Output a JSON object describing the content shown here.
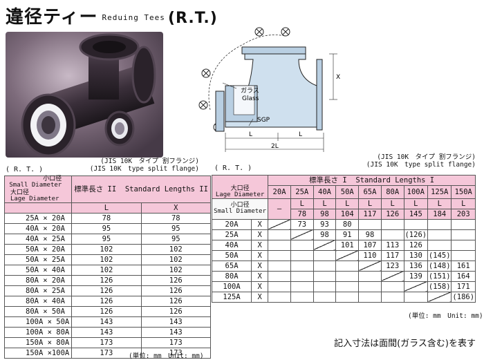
{
  "title": {
    "jp": "違径ティー",
    "en": "Reduing Tees",
    "code": "(R.T.)"
  },
  "diagram": {
    "labels": {
      "glass_jp": "ガラス",
      "glass_en": "Glass",
      "sgp": "SGP",
      "x": "X",
      "l": "L",
      "l2": "L",
      "two_l": "2L"
    }
  },
  "left_table": {
    "note_jp": "(JIS 10K　タイプ 割フランジ)",
    "note_en": "(JIS 10K　type split flange)",
    "label": "( R. T. )",
    "header": {
      "small_jp": "小口径",
      "small_en": "Small Diameter",
      "large_jp": "大口径",
      "large_en": "Lage Diameter",
      "std_jp": "標準長さ II",
      "std_en": "Standard Lengths II",
      "col_l": "L",
      "col_x": "X"
    },
    "rows": [
      {
        "size": "25A × 20A",
        "l": "78",
        "x": "78"
      },
      {
        "size": "40A × 20A",
        "l": "95",
        "x": "95"
      },
      {
        "size": "40A × 25A",
        "l": "95",
        "x": "95"
      },
      {
        "size": "50A × 20A",
        "l": "102",
        "x": "102"
      },
      {
        "size": "50A × 25A",
        "l": "102",
        "x": "102"
      },
      {
        "size": "50A × 40A",
        "l": "102",
        "x": "102"
      },
      {
        "size": "80A × 20A",
        "l": "126",
        "x": "126"
      },
      {
        "size": "80A × 25A",
        "l": "126",
        "x": "126"
      },
      {
        "size": "80A × 40A",
        "l": "126",
        "x": "126"
      },
      {
        "size": "80A × 50A",
        "l": "126",
        "x": "126"
      },
      {
        "size": "100A × 50A",
        "l": "143",
        "x": "143"
      },
      {
        "size": "100A × 80A",
        "l": "143",
        "x": "143"
      },
      {
        "size": "150A × 80A",
        "l": "173",
        "x": "173"
      },
      {
        "size": "150A ×100A",
        "l": "173",
        "x": "173"
      }
    ],
    "unit": "(単位: mm　Unit: mm)"
  },
  "right_table": {
    "note_jp": "(JIS 10K　タイプ 割フランジ)",
    "note_en": "(JIS 10K　type split flange)",
    "label": "( R. T. )",
    "header": {
      "std_jp": "標準長さ I",
      "std_en": "Standard Lengths I",
      "large_jp": "大口径",
      "large_en": "Lage Diameter",
      "small_jp": "小口径",
      "small_en": "Small Diameter",
      "dash": "—",
      "col_sizes": [
        "20A",
        "25A",
        "40A",
        "50A",
        "65A",
        "80A",
        "100A",
        "125A",
        "150A"
      ],
      "l_values": [
        "78",
        "98",
        "104",
        "117",
        "126",
        "145",
        "184",
        "203"
      ],
      "l_label": "L"
    },
    "rows": [
      {
        "size": "20A",
        "x": "X",
        "cells": [
          "",
          "73",
          "93",
          "80",
          "",
          "",
          "",
          "",
          ""
        ]
      },
      {
        "size": "25A",
        "x": "X",
        "cells": [
          "",
          "",
          "98",
          "91",
          "98",
          "",
          "(126)",
          "",
          ""
        ]
      },
      {
        "size": "40A",
        "x": "X",
        "cells": [
          "",
          "",
          "",
          "101",
          "107",
          "113",
          "126",
          "",
          ""
        ]
      },
      {
        "size": "50A",
        "x": "X",
        "cells": [
          "",
          "",
          "",
          "",
          "110",
          "117",
          "130",
          "(145)",
          ""
        ]
      },
      {
        "size": "65A",
        "x": "X",
        "cells": [
          "",
          "",
          "",
          "",
          "",
          "123",
          "136",
          "(148)",
          "161"
        ]
      },
      {
        "size": "80A",
        "x": "X",
        "cells": [
          "",
          "",
          "",
          "",
          "",
          "",
          "139",
          "(151)",
          "164"
        ]
      },
      {
        "size": "100A",
        "x": "X",
        "cells": [
          "",
          "",
          "",
          "",
          "",
          "",
          "",
          "(158)",
          "171"
        ]
      },
      {
        "size": "125A",
        "x": "X",
        "cells": [
          "",
          "",
          "",
          "",
          "",
          "",
          "",
          "",
          "(186)"
        ]
      }
    ],
    "unit": "(単位: mm　Unit: mm)"
  },
  "footer_note": "記入寸法は面間(ガラス含む)を表す"
}
